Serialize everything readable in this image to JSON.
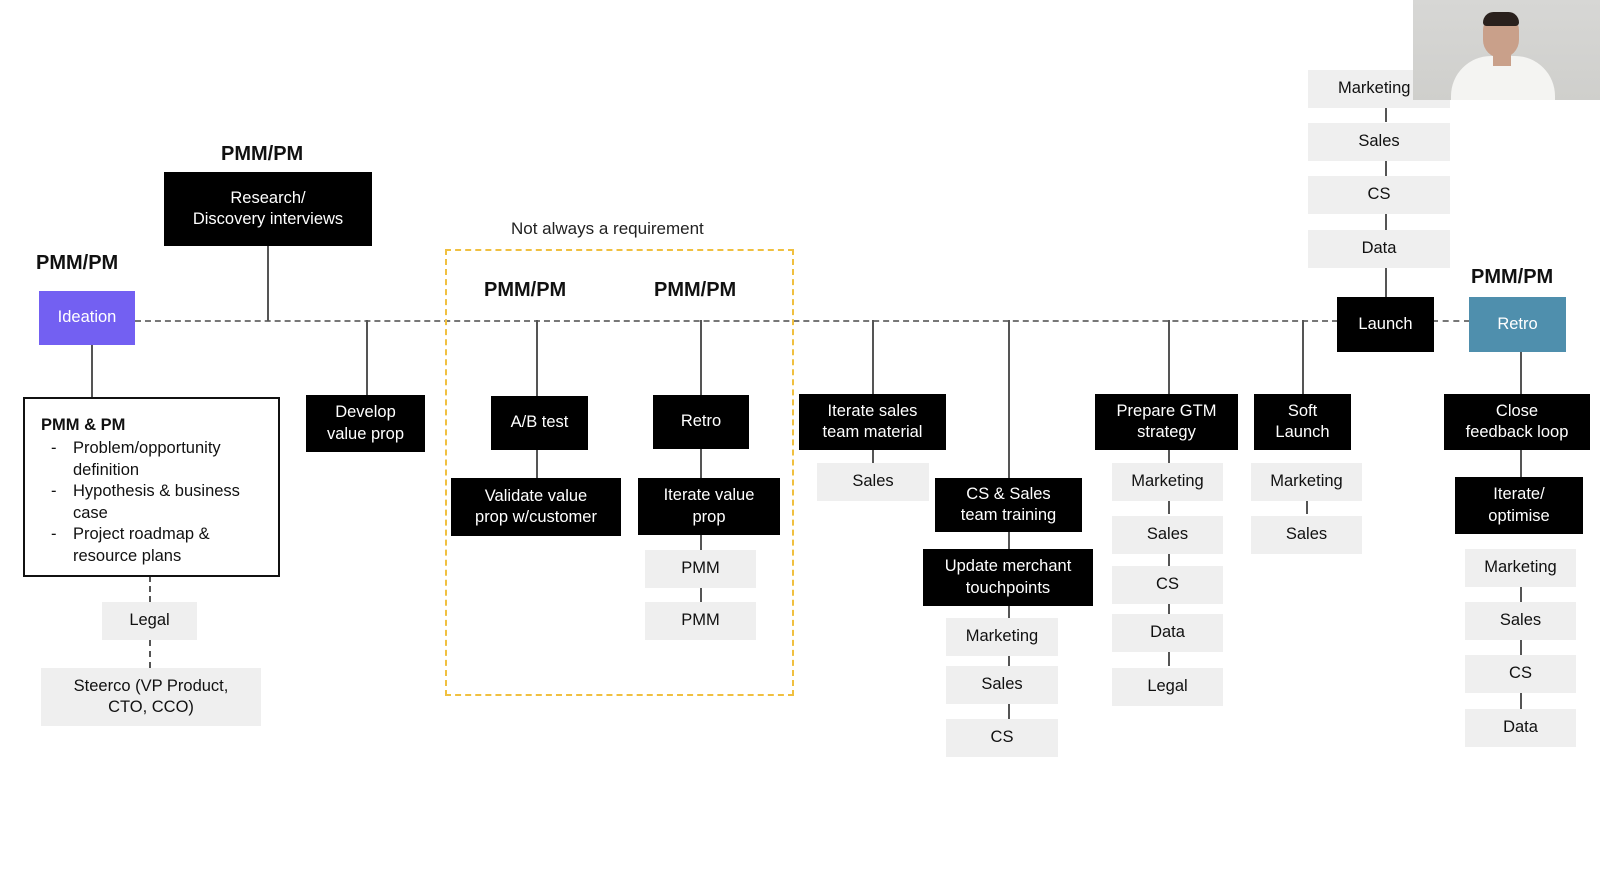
{
  "roles": {
    "ideation": "PMM/PM",
    "research": "PMM/PM",
    "ab_test": "PMM/PM",
    "retro_mid": "PMM/PM",
    "retro_end": "PMM/PM"
  },
  "note": "Not always a requirement",
  "nodes": {
    "ideation": "Ideation",
    "research": "Research/\nDiscovery interviews",
    "develop": "Develop\nvalue prop",
    "ab_test": "A/B test",
    "validate": "Validate value\nprop w/customer",
    "retro_mid": "Retro",
    "iterate_value": "Iterate value\nprop",
    "pmm_1": "PMM",
    "pmm_2": "PMM",
    "iterate_sales": "Iterate sales\nteam material",
    "iterate_sales_sales": "Sales",
    "cs_sales_training": "CS & Sales\nteam training",
    "update_merchant": "Update merchant\ntouchpoints",
    "merchant_marketing": "Marketing",
    "merchant_sales": "Sales",
    "merchant_cs": "CS",
    "gtm": "Prepare GTM\nstrategy",
    "gtm_marketing": "Marketing",
    "gtm_sales": "Sales",
    "gtm_cs": "CS",
    "gtm_data": "Data",
    "gtm_legal": "Legal",
    "soft_launch": "Soft\nLaunch",
    "soft_marketing": "Marketing",
    "soft_sales": "Sales",
    "launch": "Launch",
    "launch_marketing": "Marketing",
    "launch_sales": "Sales",
    "launch_cs": "CS",
    "launch_data": "Data",
    "retro_end": "Retro",
    "close_loop": "Close\nfeedback loop",
    "iterate_opt": "Iterate/\noptimise",
    "end_marketing": "Marketing",
    "end_sales": "Sales",
    "end_cs": "CS",
    "end_data": "Data",
    "legal": "Legal",
    "steerco": "Steerco  (VP Product,\nCTO, CCO)"
  },
  "pmm_box": {
    "heading": "PMM & PM",
    "items": [
      "Problem/opportunity definition",
      "Hypothesis & business case",
      "Project roadmap & resource plans"
    ]
  },
  "colors": {
    "ideation": "#7360f2",
    "retro_end": "#4f8fad",
    "note_frame": "#f0c040"
  }
}
